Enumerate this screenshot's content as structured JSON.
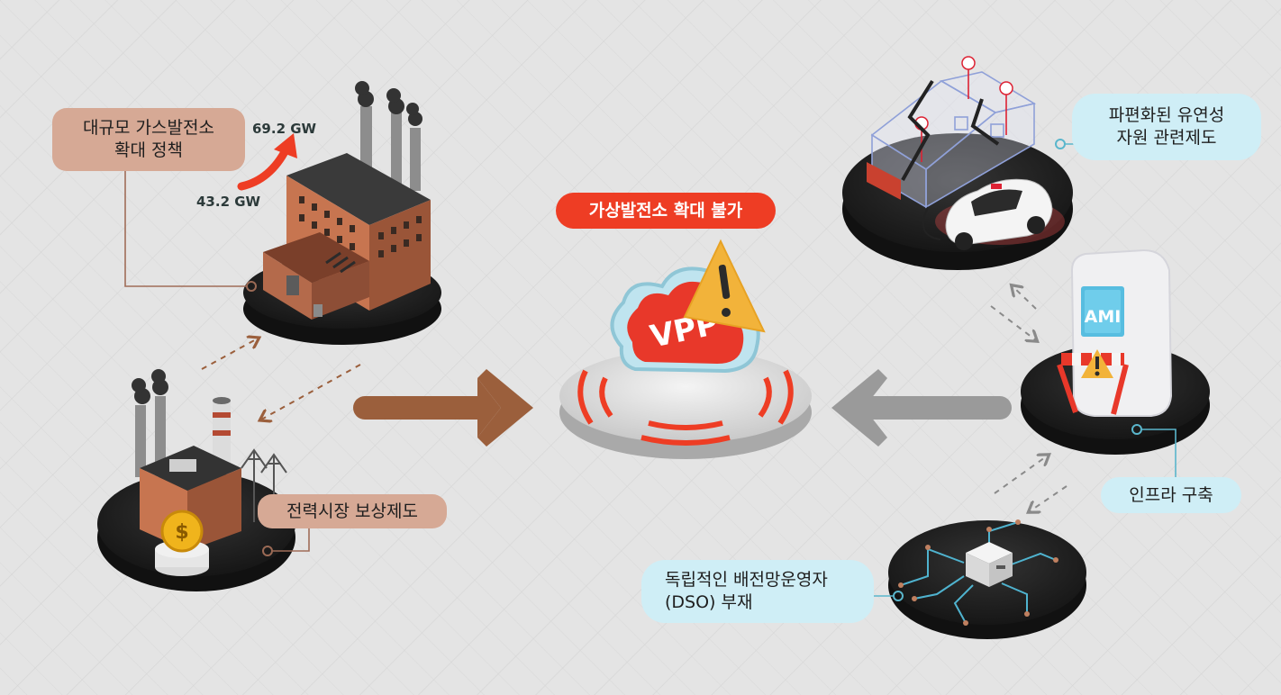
{
  "center": {
    "banner": "가상발전소 확대 불가",
    "cloud_label": "VPP"
  },
  "labels": {
    "gas_policy": [
      "대규모 가스발전소",
      "확대 정책"
    ],
    "market": "전력시장 보상제도",
    "flex_resource": [
      "파편화된 유연성",
      "자원 관련제도"
    ],
    "infra": "인프라 구축",
    "dso": [
      "독립적인 배전망운영자",
      "(DSO) 부재"
    ]
  },
  "capacity": {
    "from": "43.2 GW",
    "to": "69.2 GW"
  },
  "ami_label": "AMI",
  "colors": {
    "background": "#e4e4e4",
    "brown_label": "#d6a995",
    "blue_label": "#cfeef6",
    "red_accent": "#ee3d24",
    "brown_arrow": "#9b5f3c",
    "gray_arrow": "#9a9a9a"
  },
  "icons": [
    "factory-icon",
    "power-plant-icon",
    "coin-icon",
    "house-icon",
    "car-icon",
    "ami-meter-icon",
    "barrier-icon",
    "chip-icon",
    "warning-icon",
    "cloud-icon"
  ]
}
